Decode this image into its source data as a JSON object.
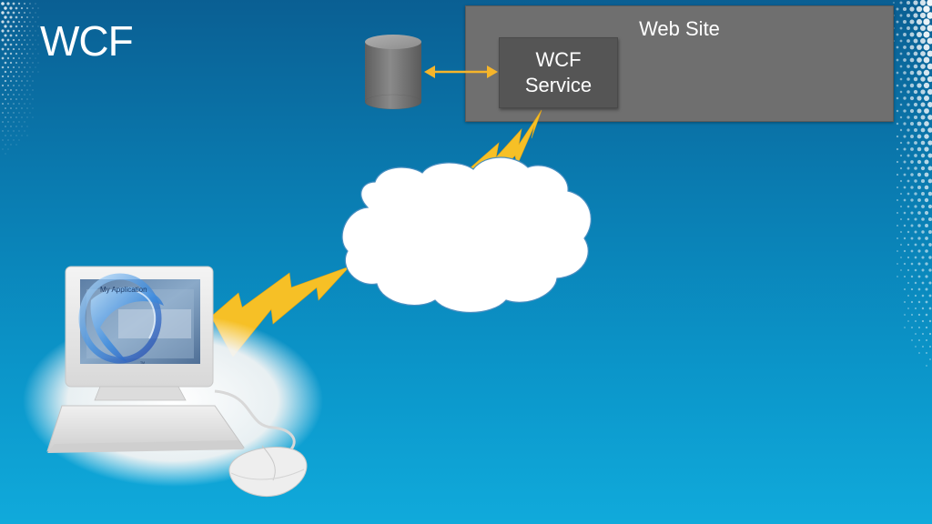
{
  "slide": {
    "title": "WCF"
  },
  "website": {
    "label": "Web Site"
  },
  "wcf_service": {
    "line1": "WCF",
    "line2": "Service"
  },
  "client": {
    "app_label": "My Application",
    "tm_mark": "TM"
  },
  "colors": {
    "background_top": "#0a5f93",
    "background_bottom": "#10aadb",
    "website_fill": "#6f6f6f",
    "service_fill": "#555555",
    "lightning": "#f6c026",
    "arrow": "#f6b52a",
    "database": "#7a7a7a",
    "cloud": "#ffffff"
  },
  "icons": [
    "database-icon",
    "cloud-icon",
    "lightning-icon",
    "computer-icon",
    "mouse-icon",
    "double-arrow-icon"
  ]
}
